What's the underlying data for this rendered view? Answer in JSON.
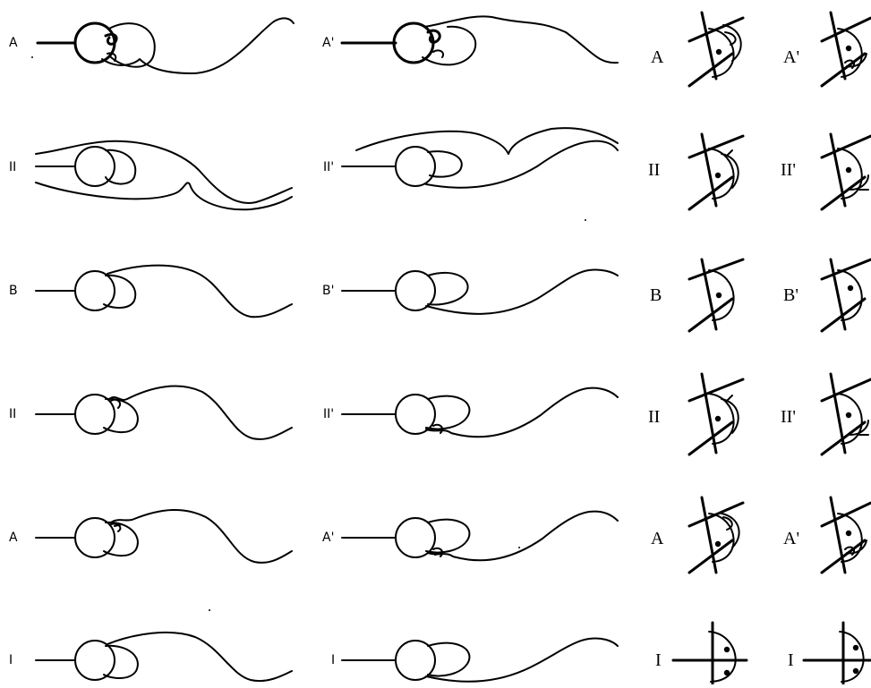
{
  "rows": [
    {
      "left_label": "A",
      "right_label": "A'",
      "topo_left": "A",
      "topo_right": "A'"
    },
    {
      "left_label": "II",
      "right_label": "II'",
      "topo_left": "II",
      "topo_right": "II'"
    },
    {
      "left_label": "B",
      "right_label": "B'",
      "topo_left": "B",
      "topo_right": "B'"
    },
    {
      "left_label": "II",
      "right_label": "II'",
      "topo_left": "II",
      "topo_right": "II'"
    },
    {
      "left_label": "A",
      "right_label": "A'",
      "topo_left": "A",
      "topo_right": "A'"
    },
    {
      "left_label": "I",
      "right_label": "I",
      "topo_left": "I",
      "topo_right": "I"
    }
  ]
}
